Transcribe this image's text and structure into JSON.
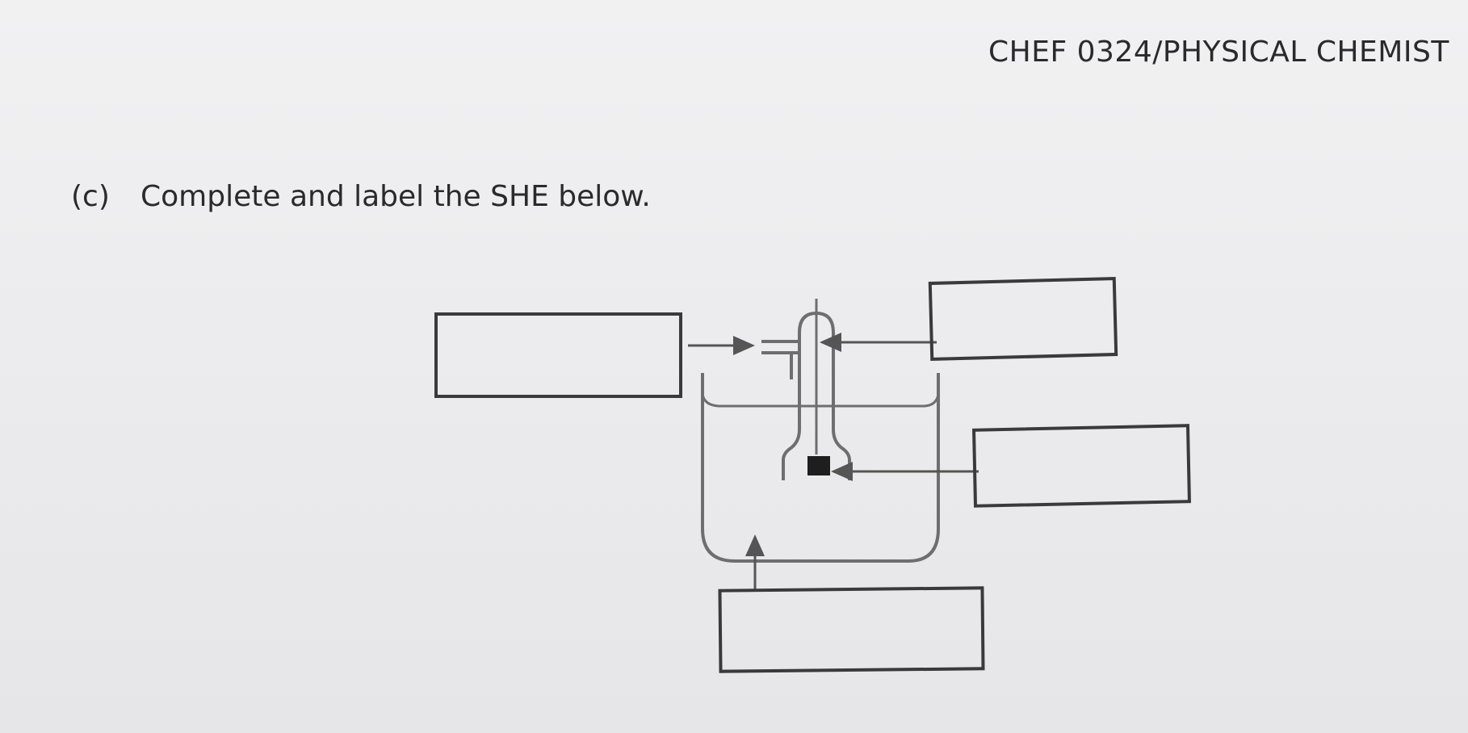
{
  "header": {
    "course_code": "CHEF 0324/PHYSICAL CHEMIST"
  },
  "question": {
    "number": "(c)",
    "text": "Complete and label the SHE below."
  },
  "diagram": {
    "label_boxes": [
      {
        "id": "left-label-box",
        "value": ""
      },
      {
        "id": "top-right-label-box",
        "value": ""
      },
      {
        "id": "middle-right-label-box",
        "value": ""
      },
      {
        "id": "bottom-label-box",
        "value": ""
      }
    ]
  }
}
